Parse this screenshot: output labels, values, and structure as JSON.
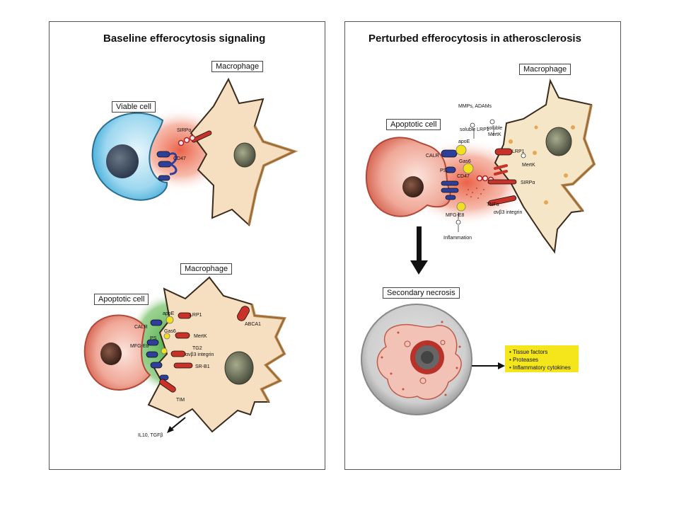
{
  "left_panel": {
    "title": "Baseline efferocytosis signaling",
    "top": {
      "macrophage_label": "Macrophage",
      "viable_cell_label": "Viable cell",
      "sirpa": "SIRPα",
      "cd47": "CD47"
    },
    "bottom": {
      "macrophage_label": "Macrophage",
      "apoptotic_cell_label": "Apoptotic cell",
      "apoe": "apoE",
      "lrp1": "LRP1",
      "abca1": "ABCA1",
      "calr": "CALR",
      "gas6": "Gas6",
      "ps": "PS",
      "mertk": "MertK",
      "mfge8": "MFG-E8",
      "tg2": "TG2",
      "avb3": "αvβ3 integrin",
      "srb1": "SR-B1",
      "tim": "TIM",
      "output": "IL10, TGFβ"
    }
  },
  "right_panel": {
    "title": "Perturbed efferocytosis in atherosclerosis",
    "macrophage_label": "Macrophage",
    "apoptotic_cell_label": "Apoptotic cell",
    "mmps": "MMPs, ADAMs",
    "soluble_lrp1": "soluble LRP1",
    "soluble_mertk_1": "soluble",
    "soluble_mertk_2": "MertK",
    "calr": "CALR",
    "apoe": "apoE",
    "lrp1": "LRP1",
    "ps": "PS",
    "gas6": "Gas6",
    "mertk": "MertK",
    "cd47": "CD47",
    "sirpa": "SIRPα",
    "tnfa": "TNFα",
    "mfge8": "MFG-E8",
    "avb3": "αvβ3 integrin",
    "inflammation": "Inflammation",
    "secondary_necrosis_label": "Secondary necrosis",
    "outcomes": [
      "• Tissue factors",
      "• Proteases",
      "• Inflammatory cytokines"
    ],
    "colors": {
      "outcome_box": "#f4e61a"
    }
  }
}
